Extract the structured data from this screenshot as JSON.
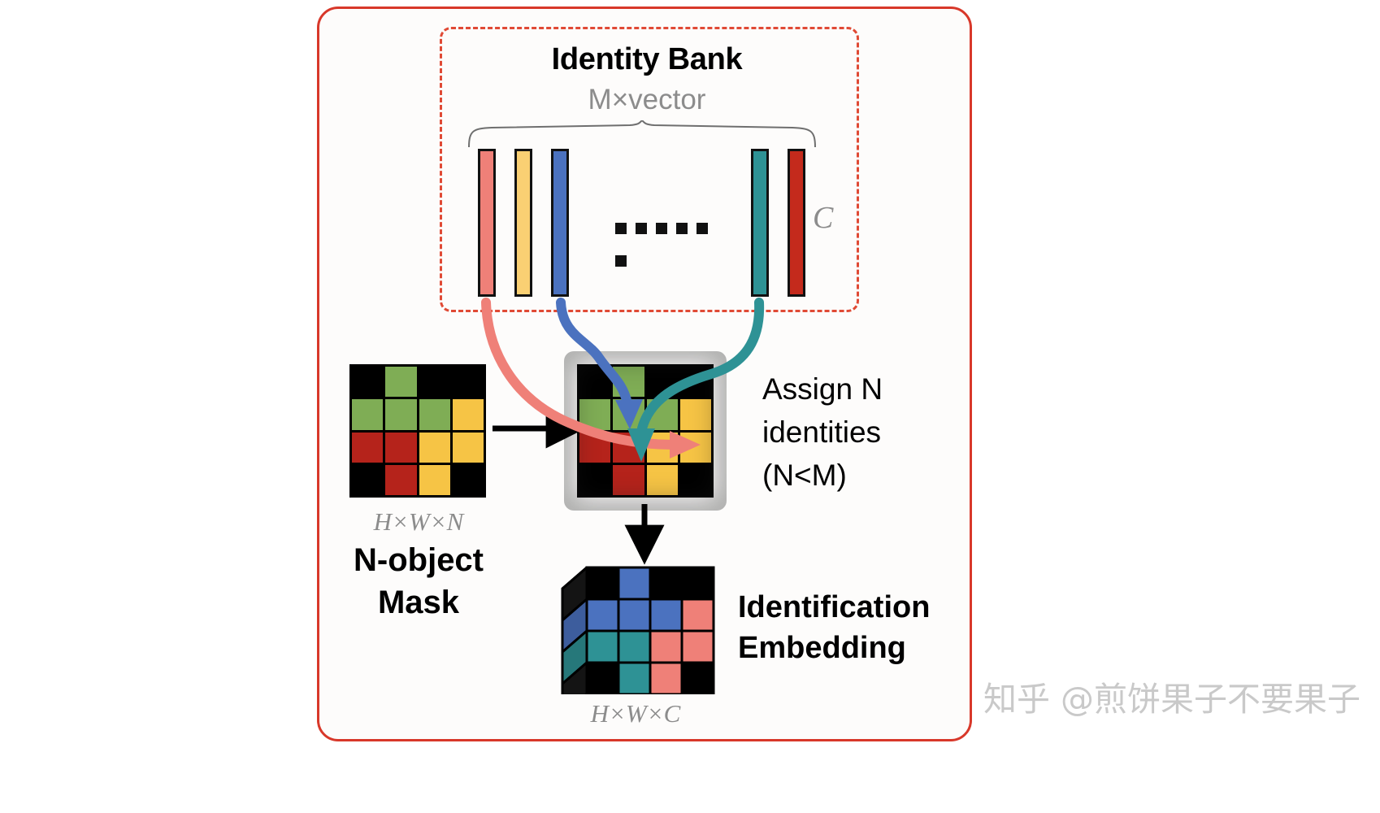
{
  "figure": {
    "identity_bank": {
      "title": "Identity Bank",
      "subtitle": "M×vector",
      "dots": "......",
      "depth_label": "C",
      "bars": [
        {
          "name": "vector-bar-1",
          "color": "#ef8078"
        },
        {
          "name": "vector-bar-2",
          "color": "#fad073"
        },
        {
          "name": "vector-bar-3",
          "color": "#4b72bf"
        },
        {
          "name": "vector-bar-4",
          "color": "#2e9295"
        },
        {
          "name": "vector-bar-5",
          "color": "#c42a1c"
        }
      ]
    },
    "mask": {
      "dim_label": "H×W×N",
      "name_line1": "N-object",
      "name_line2": "Mask",
      "cells": [
        "#000000",
        "#7fad55",
        "#000000",
        "#000000",
        "#7fad55",
        "#7fad55",
        "#7fad55",
        "#f6c445",
        "#b5231b",
        "#b5231b",
        "#f6c445",
        "#f6c445",
        "#000000",
        "#b5231b",
        "#f6c445",
        "#000000"
      ]
    },
    "mid_grid": {
      "cells": [
        "#000000",
        "#7fad55",
        "#000000",
        "#000000",
        "#7fad55",
        "#7fad55",
        "#7fad55",
        "#f6c445",
        "#b5231b",
        "#b5231b",
        "#f6c445",
        "#f6c445",
        "#000000",
        "#b5231b",
        "#f6c445",
        "#000000"
      ]
    },
    "assign_note": "Assign N\nidentities\n(N<M)",
    "embedding": {
      "dim_label": "H×W×C",
      "name_line1": "Identification",
      "name_line2": "Embedding",
      "cells": [
        "#000000",
        "#4b72bf",
        "#000000",
        "#000000",
        "#4b72bf",
        "#4b72bf",
        "#4b72bf",
        "#ef8078",
        "#2e9295",
        "#2e9295",
        "#ef8078",
        "#ef8078",
        "#000000",
        "#2e9295",
        "#ef8078",
        "#000000"
      ]
    },
    "colors": {
      "frame": "#d8382a",
      "dashed_box": "#e04a35",
      "gray_text": "#8c8c8c",
      "arrow_pink": "#ef8078",
      "arrow_blue": "#4b72bf",
      "arrow_teal": "#2e9295",
      "arrow_black": "#000000"
    },
    "watermark": "知乎 @煎饼果子不要果子"
  }
}
